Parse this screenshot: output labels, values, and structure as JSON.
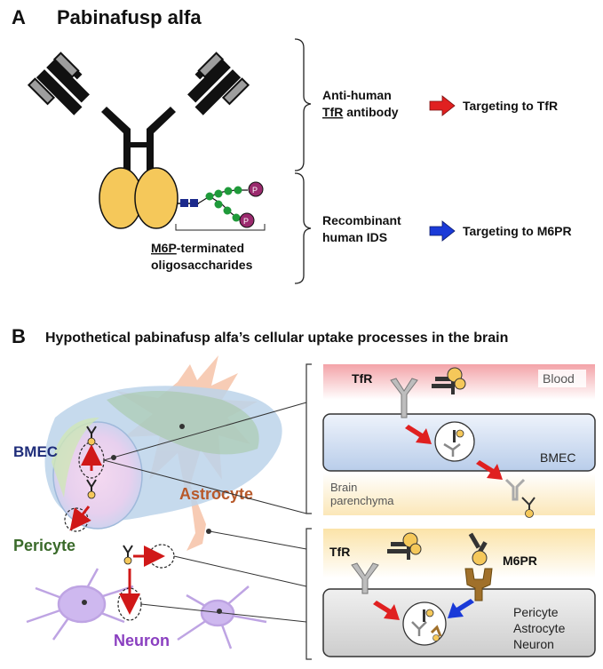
{
  "panel_a": {
    "letter": "A",
    "title": "Pabinafusp alfa",
    "p_label": "P",
    "antibody_label_line1": "Anti-human",
    "antibody_label_line2_u": "TfR",
    "antibody_label_line2_rest": " antibody",
    "antibody_target": "Targeting to TfR",
    "ids_label_line1": "Recombinant",
    "ids_label_line2": "human IDS",
    "ids_target": "Targeting to M6PR",
    "oligo_line1_u": "M6P",
    "oligo_line1_rest": "-terminated",
    "oligo_line2": "oligosaccharides"
  },
  "panel_b": {
    "letter": "B",
    "title": "Hypothetical pabinafusp alfa’s cellular uptake processes in the brain",
    "labels": {
      "bmec": "BMEC",
      "astrocyte": "Astrocyte",
      "pericyte": "Pericyte",
      "neuron": "Neuron"
    },
    "top_box": {
      "tfr": "TfR",
      "blood": "Blood",
      "bmec": "BMEC",
      "parenchyma_line1": "Brain",
      "parenchyma_line2": "parenchyma"
    },
    "bottom_box": {
      "tfr": "TfR",
      "m6pr": "M6PR",
      "cell_line1": "Pericyte",
      "cell_line2": "Astrocyte",
      "cell_line3": "Neuron"
    }
  },
  "colors": {
    "fab_heavy": "#111111",
    "light_chain": "#9e9e9e",
    "ids_yellow": "#f5c85a",
    "sugar_green": "#1f9a3a",
    "sugar_blue": "#1c2a8c",
    "phosphate": "#9b2a6e",
    "arrow_red": "#e02020",
    "arrow_blue": "#1a3ad8",
    "bmec_text": "#1f2d7a",
    "astrocyte_text": "#b8592a",
    "pericyte_text": "#3a6a2a",
    "neuron_text": "#8a3fc0"
  }
}
